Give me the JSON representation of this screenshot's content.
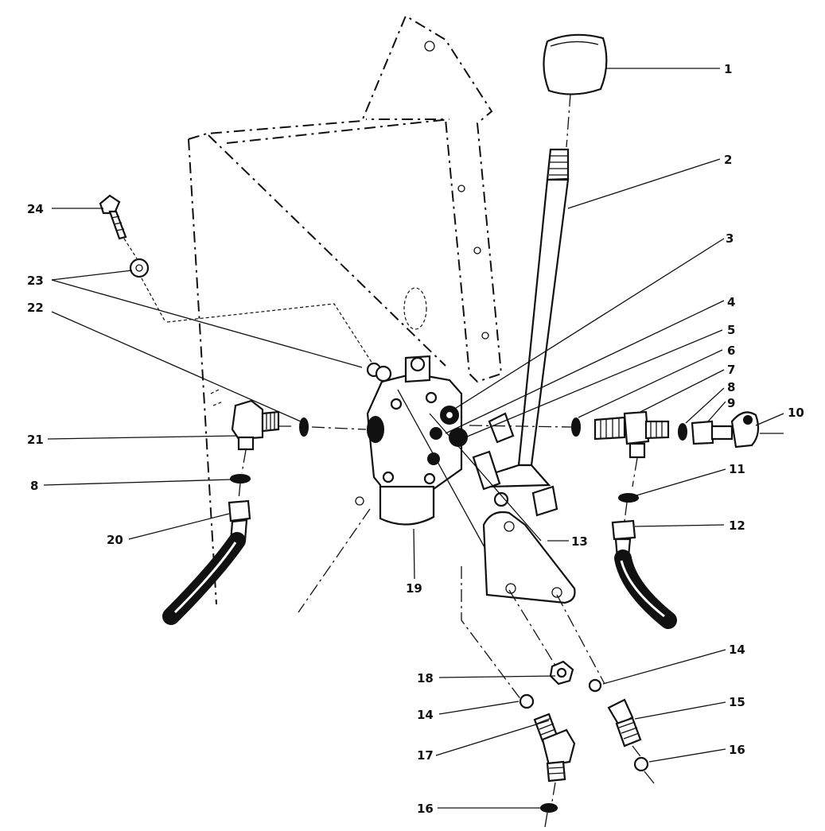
{
  "callouts": [
    "1",
    "2",
    "3",
    "4",
    "5",
    "6",
    "7",
    "8",
    "9",
    "10",
    "11",
    "12",
    "13",
    "14",
    "15",
    "16",
    "17",
    "18",
    "19",
    "20",
    "21",
    "22",
    "23",
    "24"
  ],
  "callout_8_left": "8",
  "callout_14_left": "14",
  "callout_16_bottom": "16"
}
